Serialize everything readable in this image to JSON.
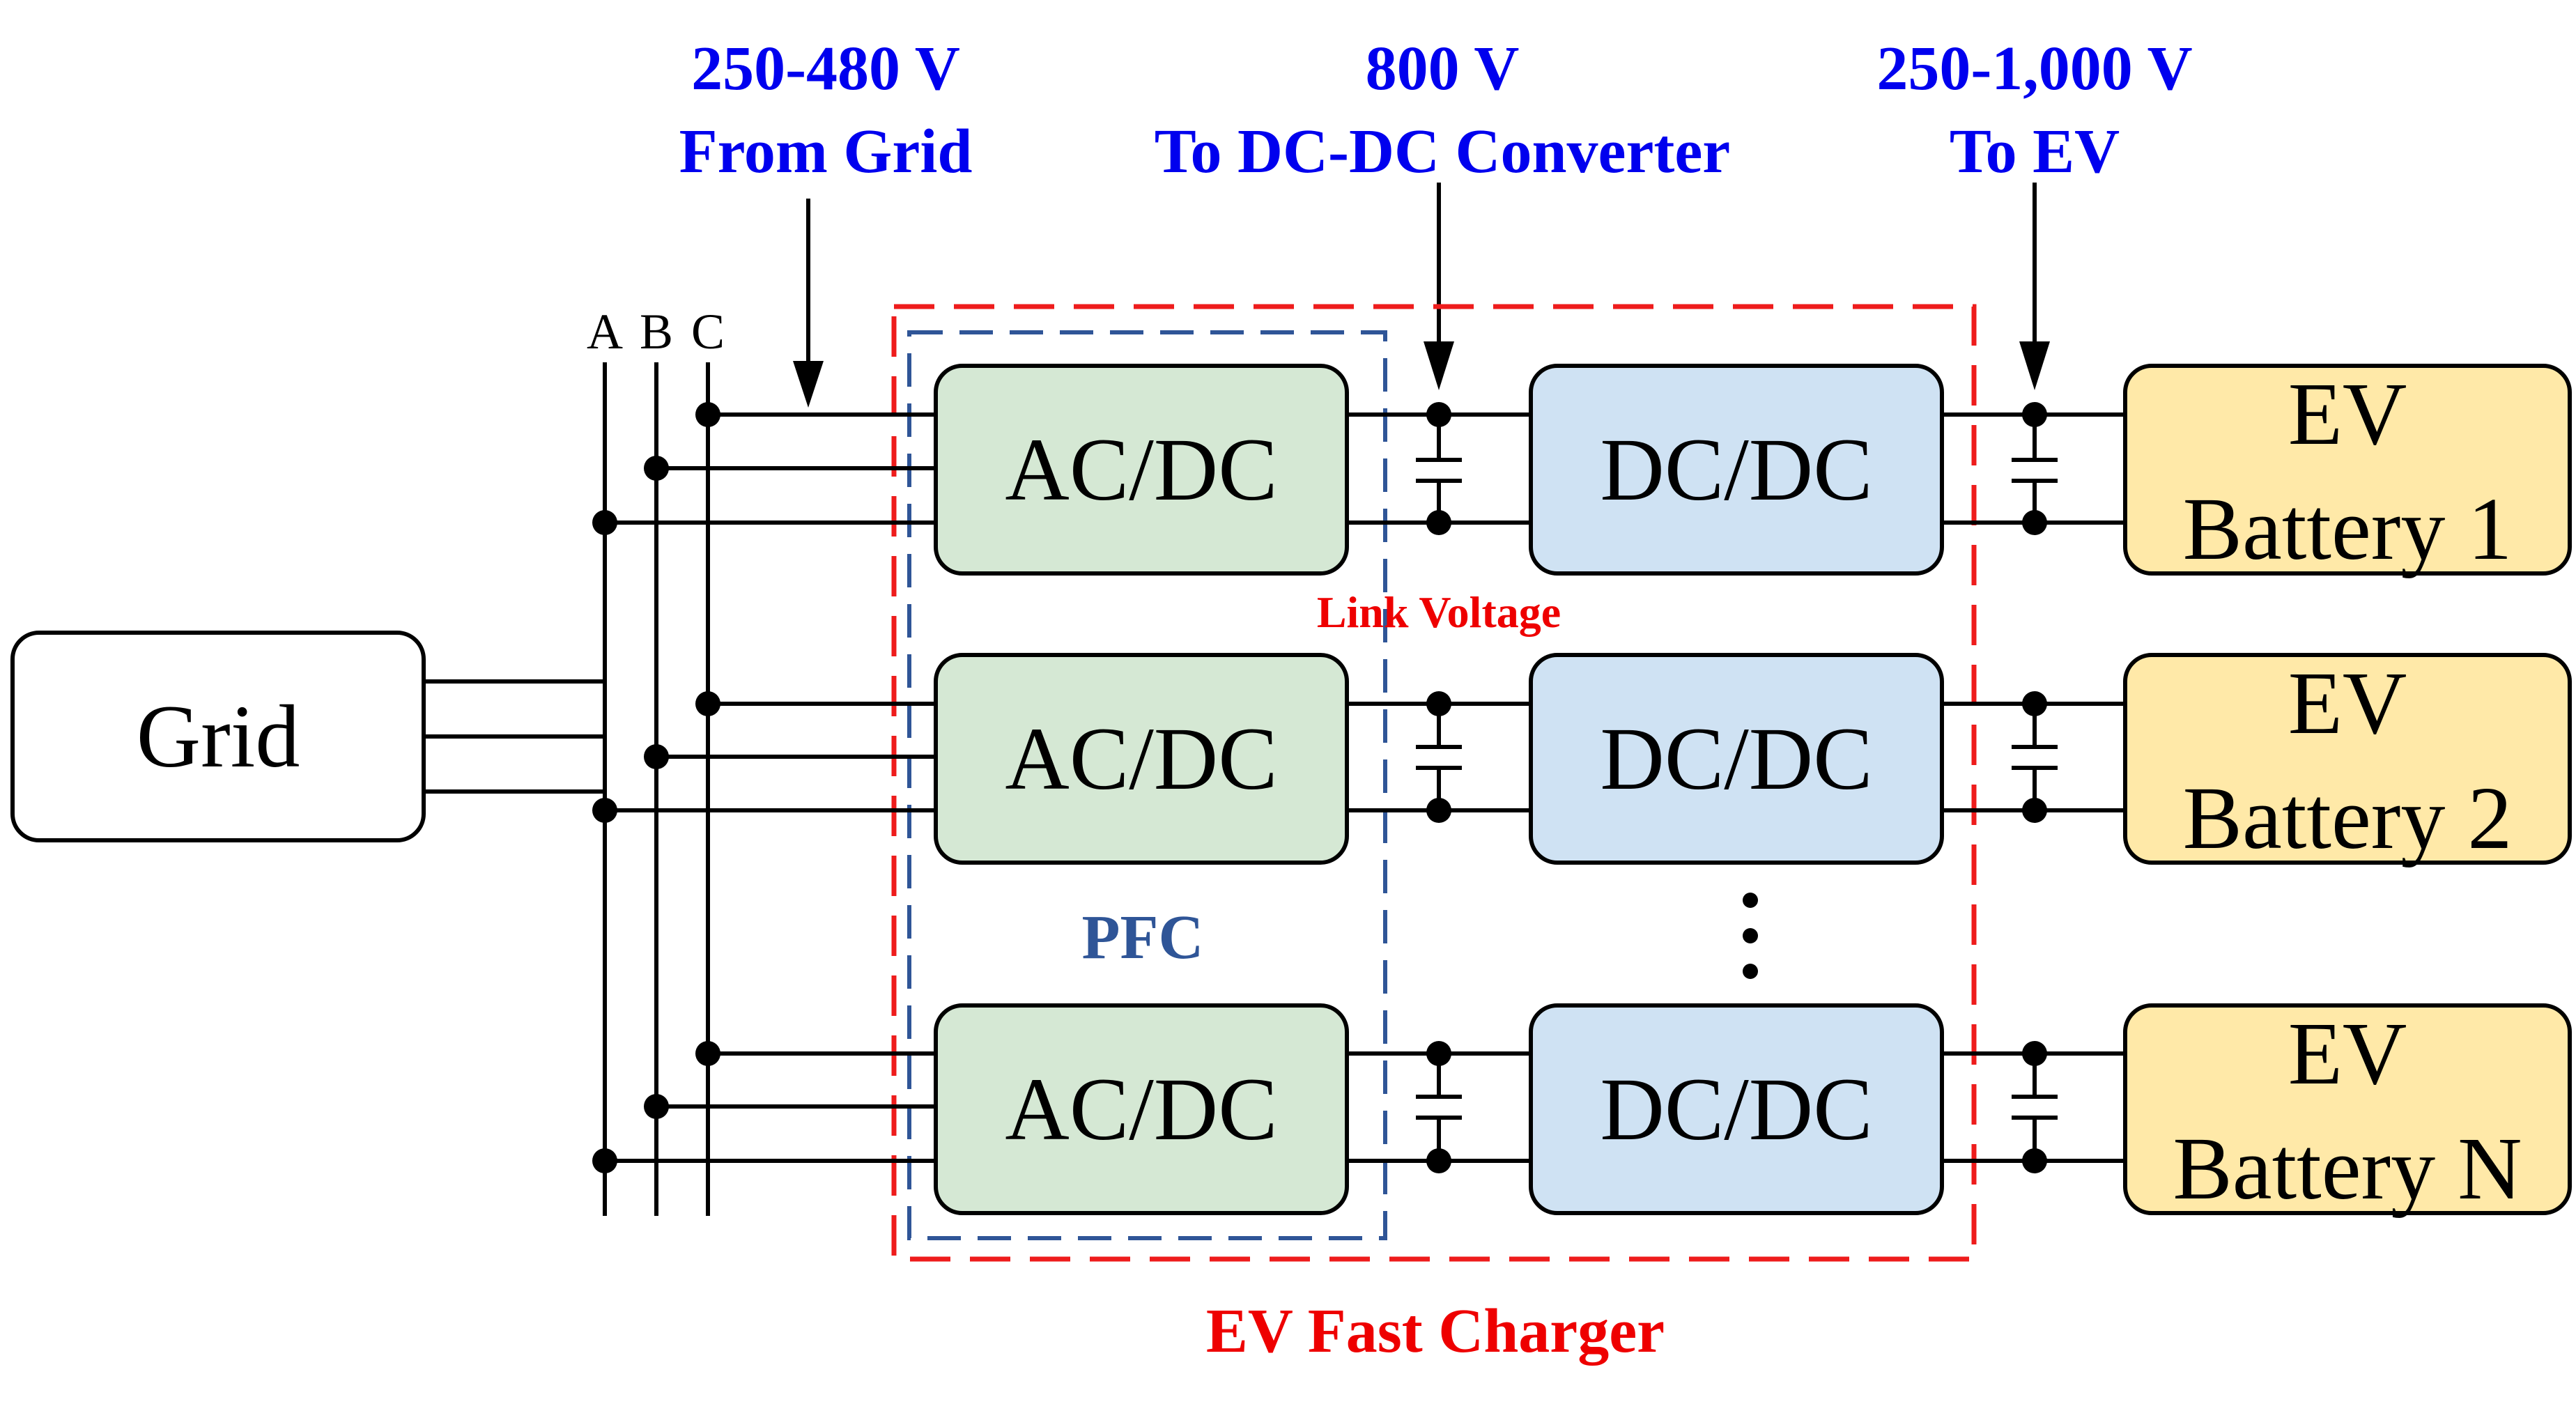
{
  "annotations": {
    "grid_voltage": {
      "line1": "250-480 V",
      "line2": "From Grid"
    },
    "link_voltage": {
      "line1": "800 V",
      "line2": "To DC-DC Converter"
    },
    "ev_voltage": {
      "line1": "250-1,000 V",
      "line2": "To EV"
    },
    "link_voltage_label": "Link Voltage",
    "pfc_label": "PFC",
    "charger_label": "EV Fast Charger"
  },
  "phases": [
    "A",
    "B",
    "C"
  ],
  "grid": {
    "label": "Grid"
  },
  "rows": [
    {
      "acdc": "AC/DC",
      "dcdc": "DC/DC",
      "battery_line1": "EV",
      "battery_line2": "Battery 1"
    },
    {
      "acdc": "AC/DC",
      "dcdc": "DC/DC",
      "battery_line1": "EV",
      "battery_line2": "Battery 2"
    },
    {
      "acdc": "AC/DC",
      "dcdc": "DC/DC",
      "battery_line1": "EV",
      "battery_line2": "Battery N"
    }
  ],
  "ellipsis": "⋮",
  "colors": {
    "acdc_fill": "#d5e8d4",
    "dcdc_fill": "#cfe2f3",
    "battery_fill": "#ffe9a8",
    "charger_border": "#ee1c1c",
    "pfc_border": "#2f5597",
    "annotation_text": "#0000ee"
  }
}
